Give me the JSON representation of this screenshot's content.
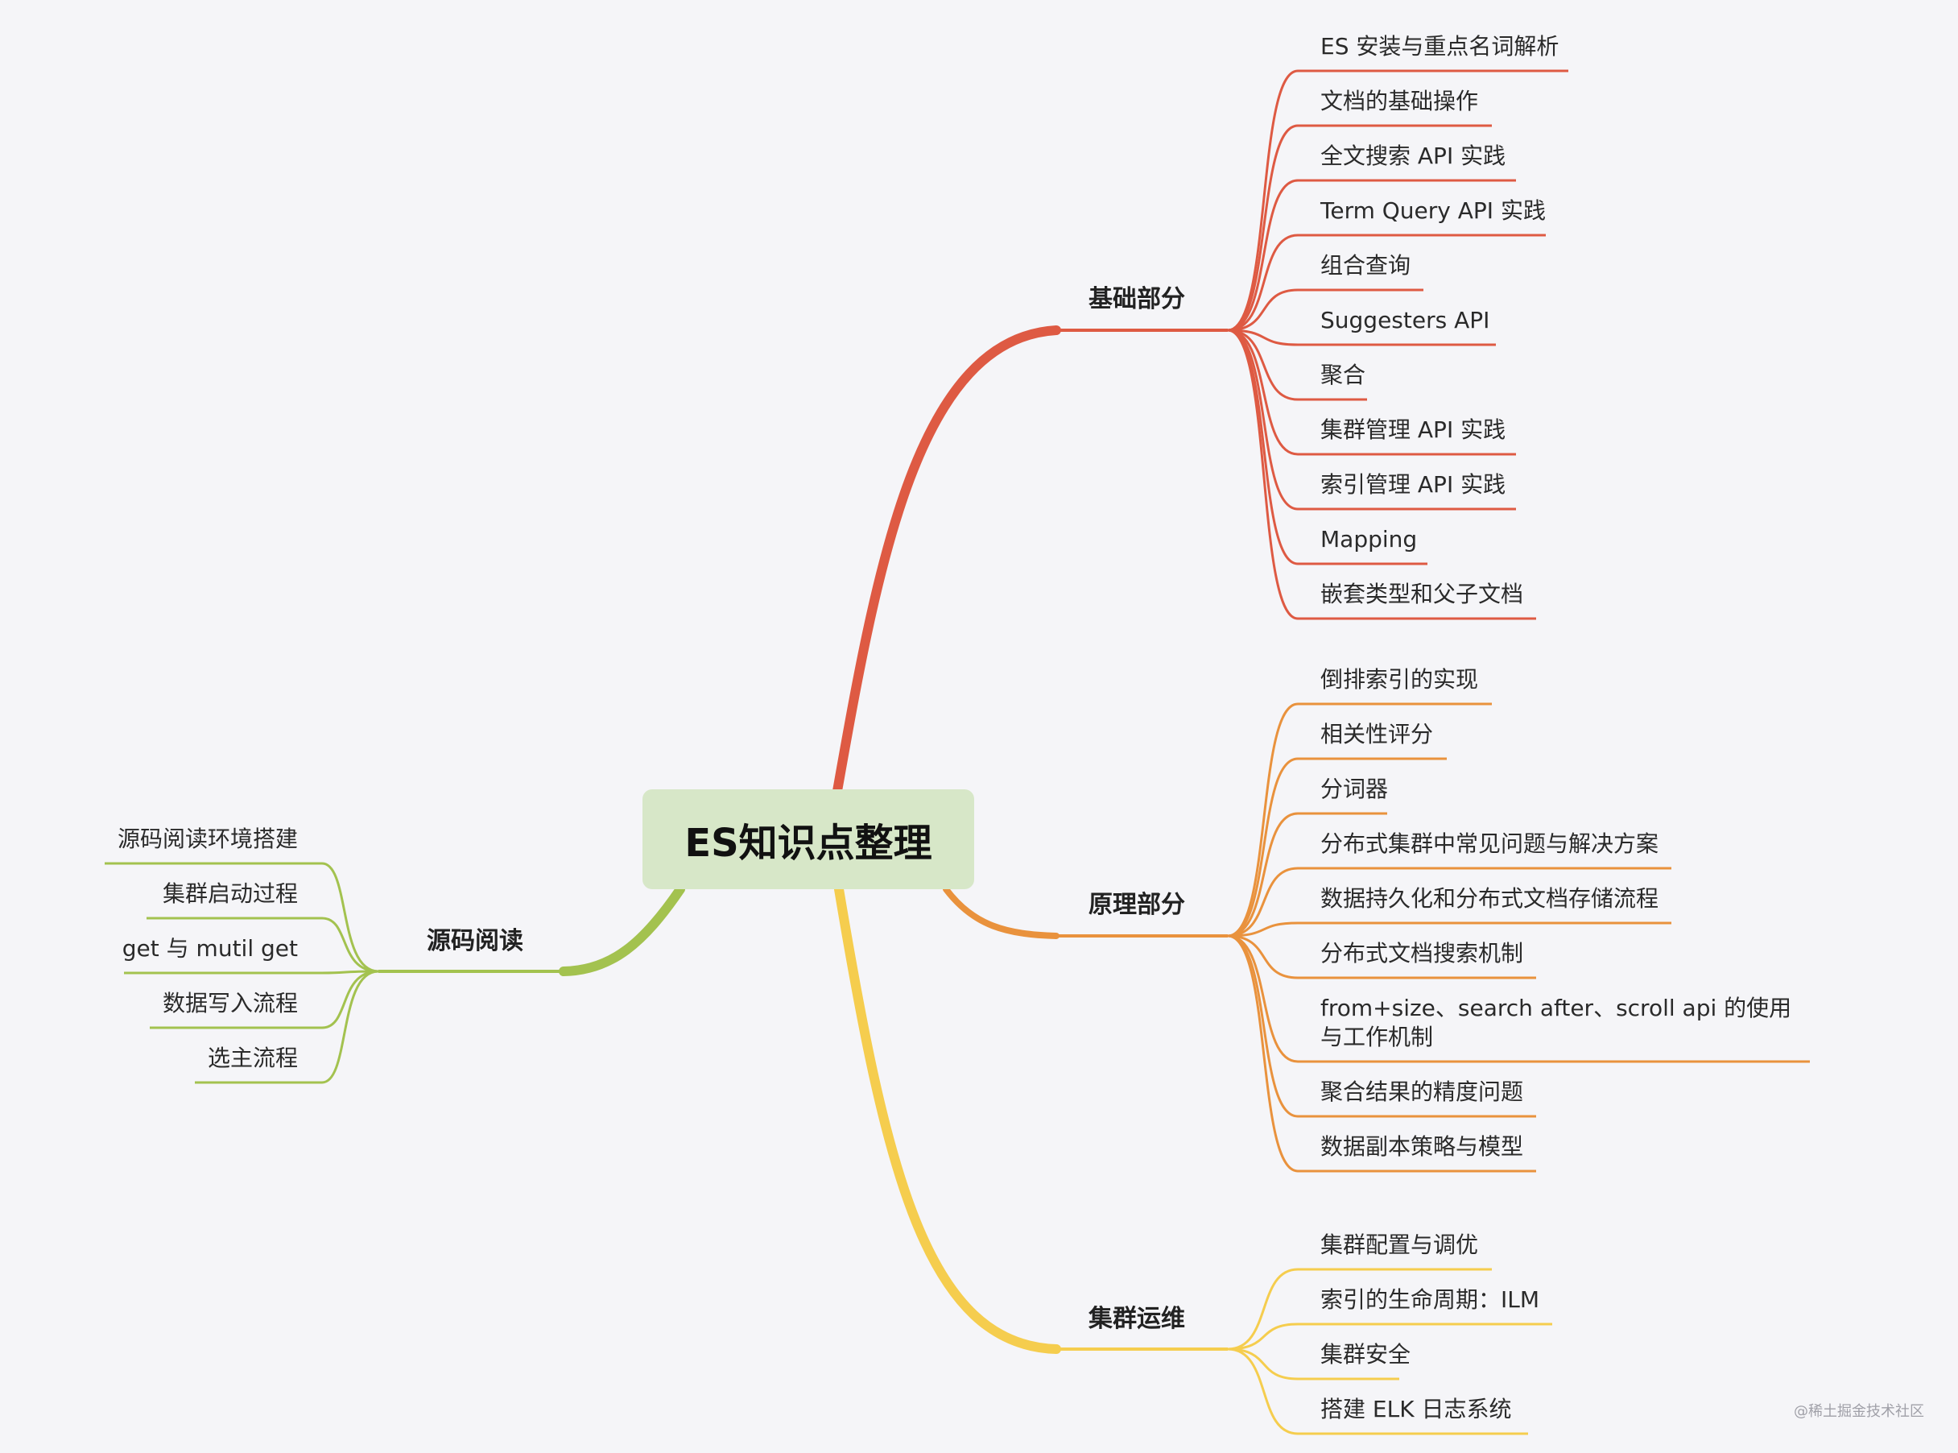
{
  "root": {
    "label": "ES知识点整理",
    "color": "#d7e7c8"
  },
  "branches": {
    "basics": {
      "label": "基础部分",
      "color": "#de5a43",
      "items": [
        "ES 安装与重点名词解析",
        "文档的基础操作",
        "全文搜索 API 实践",
        "Term Query API 实践",
        "组合查询",
        "Suggesters API",
        "聚合",
        "集群管理 API 实践",
        "索引管理 API 实践",
        "Mapping",
        "嵌套类型和父子文档"
      ]
    },
    "principles": {
      "label": "原理部分",
      "color": "#e9923d",
      "items": [
        "倒排索引的实现",
        "相关性评分",
        "分词器",
        "分布式集群中常见问题与解决方案",
        "数据持久化和分布式文档存储流程",
        "分布式文档搜索机制",
        "from+size、search after、scroll api 的使用与工作机制",
        "聚合结果的精度问题",
        "数据副本策略与模型"
      ]
    },
    "ops": {
      "label": "集群运维",
      "color": "#f5cd4e",
      "items": [
        "集群配置与调优",
        "索引的生命周期：ILM",
        "集群安全",
        "搭建 ELK 日志系统"
      ]
    },
    "source": {
      "label": "源码阅读",
      "color": "#a3c24f",
      "items": [
        "源码阅读环境搭建",
        "集群启动过程",
        "get 与 mutil get",
        "数据写入流程",
        "选主流程"
      ]
    }
  },
  "watermark": "@稀土掘金技术社区"
}
